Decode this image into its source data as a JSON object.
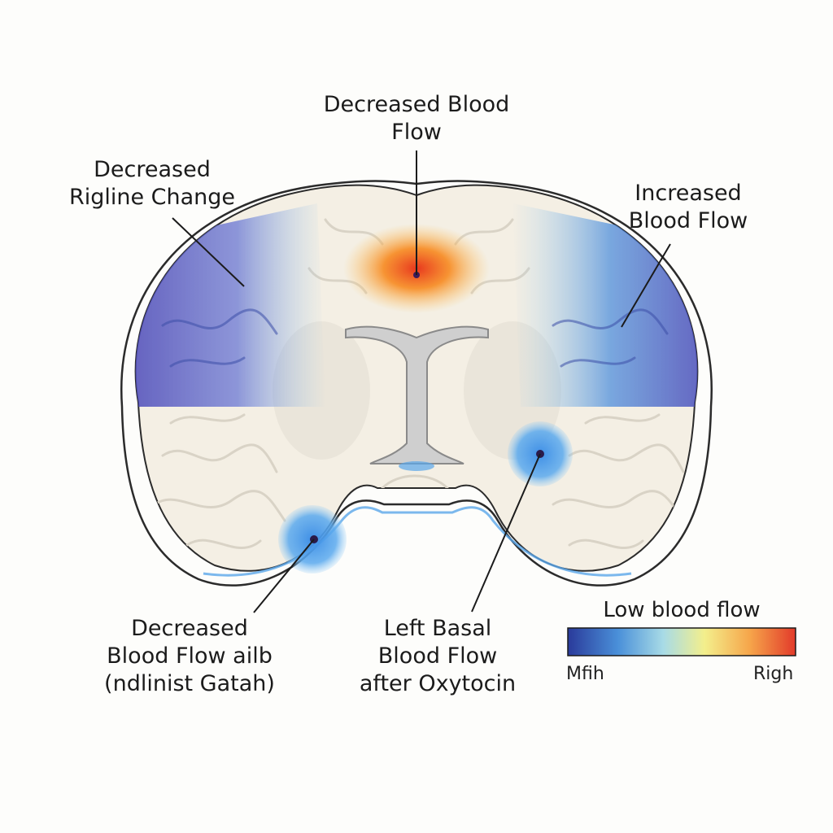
{
  "labels": {
    "top": [
      "Decreased Blood",
      "Flow"
    ],
    "upper_left": [
      "Decreased",
      "Rigline Change"
    ],
    "upper_right": [
      "Increased",
      "Blood Flow"
    ],
    "lower_left": [
      "Decreased",
      "Blood Flow ailb",
      "(ndlinist Gatah)"
    ],
    "lower_center": [
      "Left Basal",
      "Blood Flow",
      "after Oxytocin"
    ]
  },
  "legend": {
    "title": "Low blood flow",
    "low_label": "Mfih",
    "high_label": "Righ",
    "colors": [
      "#2a3a9a",
      "#4a90d9",
      "#9fd8e6",
      "#f3ef8c",
      "#f6a54a",
      "#e23a2a"
    ]
  },
  "colors": {
    "brain_fill": "#f4efe4",
    "outline": "#2b2b2b",
    "decrease": "#4b5fc4",
    "increase": "#f28a22",
    "blue_spot": "#5aa6ea",
    "ventricle": "#cfcfcf"
  }
}
